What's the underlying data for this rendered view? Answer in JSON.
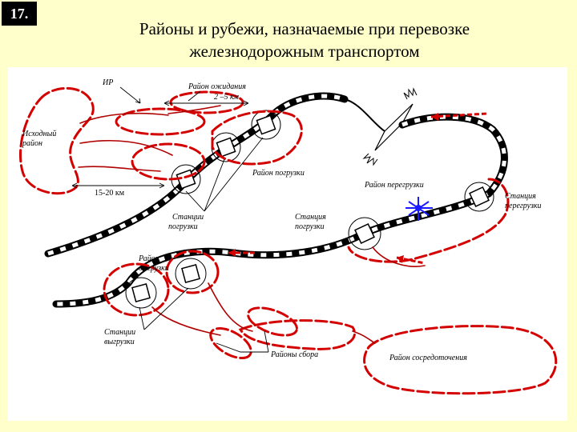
{
  "slide_number": "17.",
  "title": {
    "line1": "Районы и рубежи, назначаемые при перевозке",
    "line2": "железнодорожным транспортом"
  },
  "labels": {
    "irr": "ИР",
    "waiting_area": "Район ожидания",
    "distance_small": "2 –5 км",
    "march_area_line1": "Исходный",
    "march_area_line2": "район",
    "loading_area": "Район погрузки",
    "distance_large": "15-20 км",
    "transfer_area": "Район перегрузки",
    "transfer_station_line1": "Станция",
    "transfer_station_line2": "перегрузки",
    "loading_stations_line1": "Станции",
    "loading_stations_line2": "погрузки",
    "loading_station_line1": "Станция",
    "loading_station_line2": "погрузки",
    "unloading_area_line1": "Район",
    "unloading_area_line2": "выгрузки",
    "unloading_stations_line1": "Станции",
    "unloading_stations_line2": "выгрузки",
    "assembly_areas": "Районы сбора",
    "concentration_area": "Район сосредоточения"
  },
  "colors": {
    "background": "#ffffcc",
    "diagram_background": "#ffffff",
    "route_red": "#d40000",
    "enemy_blue": "#1a1aff",
    "rail": "#000000"
  }
}
